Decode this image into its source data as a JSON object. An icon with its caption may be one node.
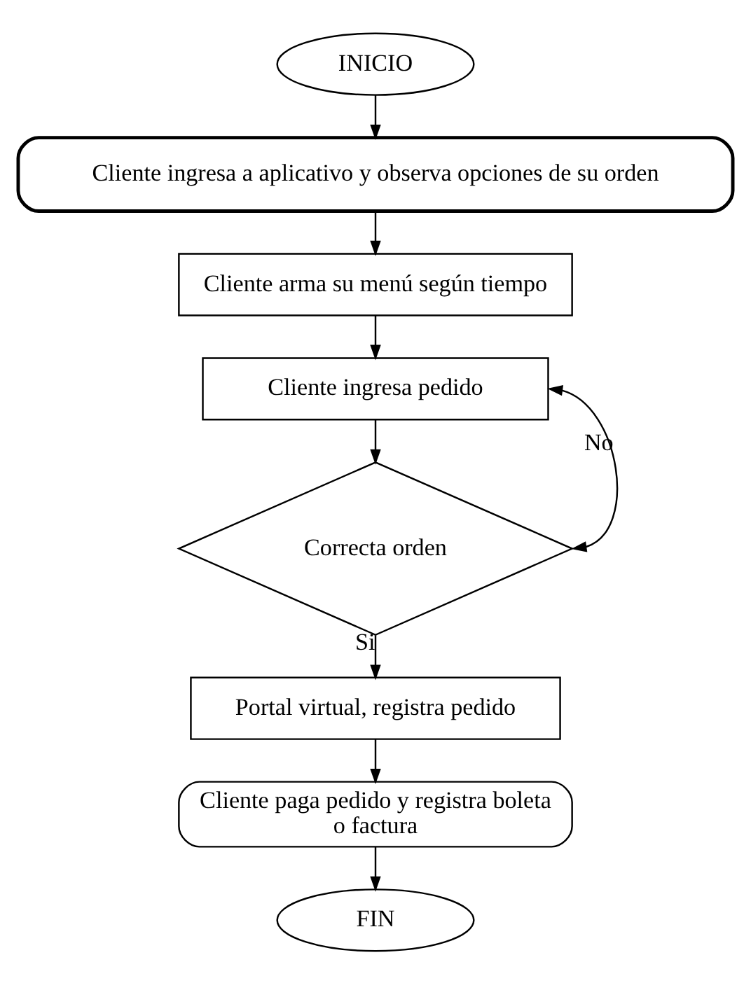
{
  "diagram": {
    "nodes": [
      {
        "text": [
          "INICIO"
        ]
      },
      {
        "text": [
          "Cliente ingresa a aplicativo y observa opciones de su orden"
        ]
      },
      {
        "text": [
          "Cliente arma su menú según tiempo"
        ]
      },
      {
        "text": [
          "Cliente ingresa pedido"
        ]
      },
      {
        "text": [
          "Correcta orden"
        ]
      },
      {
        "text": [
          "Portal virtual, registra pedido"
        ]
      },
      {
        "text": [
          "Cliente paga pedido y registra boleta o factura"
        ]
      },
      {
        "text": [
          "FIN"
        ]
      }
    ],
    "edges": [
      {
        "from": 0,
        "to": 1,
        "arrow": "to"
      },
      {
        "from": 1,
        "to": 2,
        "arrow": "to"
      },
      {
        "from": 2,
        "to": 3,
        "arrow": "to"
      },
      {
        "from": 3,
        "to": 4,
        "arrow": "to"
      },
      {
        "from": 4,
        "to": 3,
        "arrow": "both",
        "label": "No"
      },
      {
        "from": 4,
        "to": 5,
        "arrow": "to",
        "label": "Si"
      },
      {
        "from": 5,
        "to": 6,
        "arrow": "to"
      },
      {
        "from": 6,
        "to": 7,
        "arrow": "to"
      }
    ]
  }
}
